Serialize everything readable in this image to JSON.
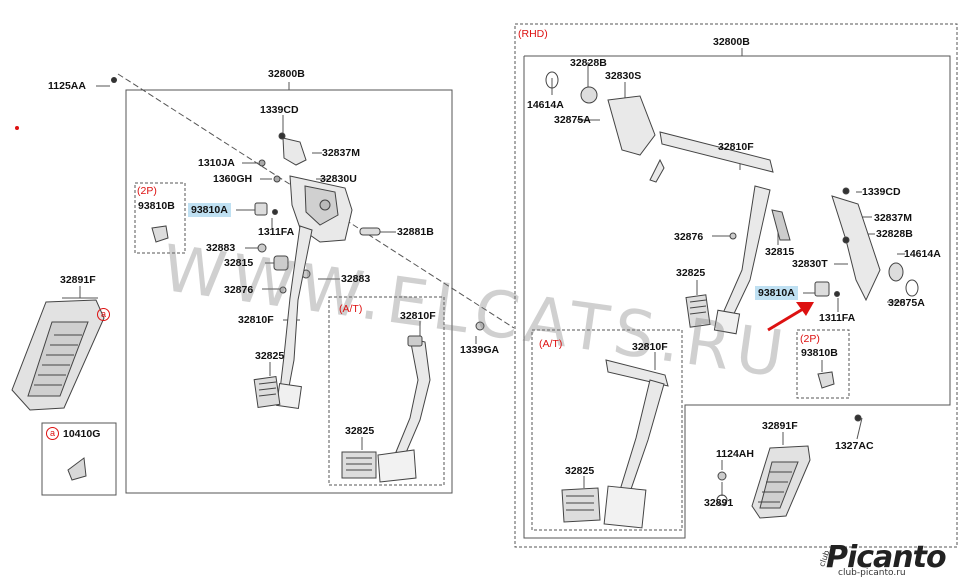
{
  "diagram_labels": {
    "l_1125AA": "1125AA",
    "l_32800B_left": "32800B",
    "l_1339CD_left": "1339CD",
    "l_32837M_left": "32837M",
    "l_1310JA": "1310JA",
    "l_1360GH": "1360GH",
    "l_32830U": "32830U",
    "l_2P_left": "(2P)",
    "l_93810B_left": "93810B",
    "l_93810A_left": "93810A",
    "l_1311FA_left": "1311FA",
    "l_32881B": "32881B",
    "l_32883_a": "32883",
    "l_32815_left": "32815",
    "l_32883_b": "32883",
    "l_32876_left": "32876",
    "l_32810F_left": "32810F",
    "l_AT_left": "(A/T)",
    "l_32810F_at_left": "32810F",
    "l_32825_left": "32825",
    "l_32825_at_left": "32825",
    "l_1339GA": "1339GA",
    "l_32891F_left": "32891F",
    "l_a_left": "a",
    "l_a_box": "a",
    "l_10410G": "10410G",
    "l_RHD": "(RHD)",
    "l_32800B_right": "32800B",
    "l_32828B_top": "32828B",
    "l_32830S": "32830S",
    "l_14614A_top": "14614A",
    "l_32875A_top": "32875A",
    "l_32810F_right": "32810F",
    "l_1339CD_right": "1339CD",
    "l_32837M_right": "32837M",
    "l_32828B_right": "32828B",
    "l_32876_right": "32876",
    "l_32815_right": "32815",
    "l_14614A_right": "14614A",
    "l_32830T": "32830T",
    "l_32825_right": "32825",
    "l_93810A_right": "93810A",
    "l_32875A_right": "32875A",
    "l_1311FA_right": "1311FA",
    "l_AT_right": "(A/T)",
    "l_32810F_at_right": "32810F",
    "l_2P_right": "(2P)",
    "l_93810B_right": "93810B",
    "l_32891F_right": "32891F",
    "l_1327AC": "1327AC",
    "l_1124AH": "1124AH",
    "l_32825_at_right": "32825",
    "l_32891": "32891"
  },
  "watermark": "WWW.ELCATS.RU",
  "logo": {
    "brand": "Picanto",
    "club": "club",
    "site": "club-picanto.ru"
  },
  "colors": {
    "highlight": "#bfe0f2",
    "accent_red": "#dd1111",
    "line": "#555555",
    "part_fill": "#e6e6e6"
  }
}
